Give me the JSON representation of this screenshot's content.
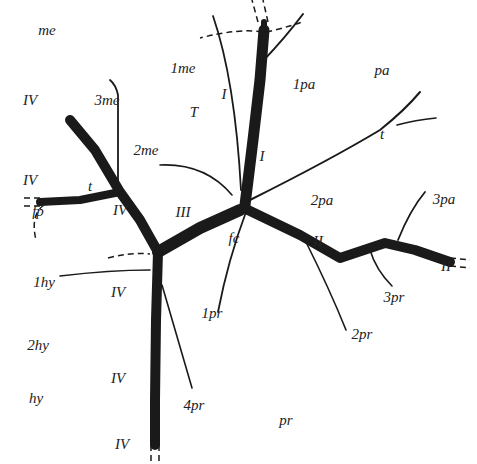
{
  "diagram": {
    "labels": [
      "me",
      "1me",
      "pa",
      "1pa",
      "IV",
      "3me",
      "T",
      "I",
      "2me",
      "I",
      "t",
      "2pa",
      "IV",
      "t",
      "IV",
      "III",
      "fc",
      "II",
      "3pa",
      "fp",
      "II",
      "1hy",
      "IV",
      "1pr",
      "3pr",
      "2pr",
      "2hy",
      "IV",
      "hy",
      "4pr",
      "pr",
      "IV"
    ]
  }
}
